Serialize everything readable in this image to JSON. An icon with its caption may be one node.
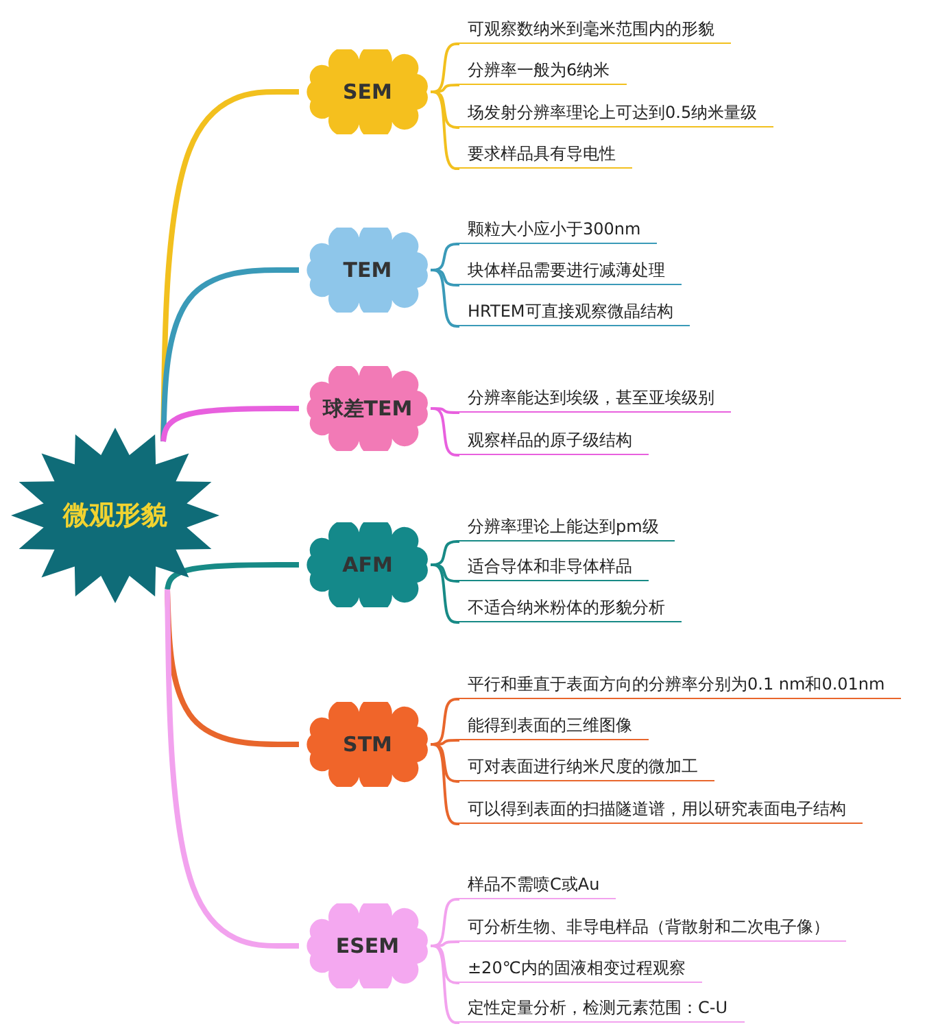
{
  "diagram": {
    "nodes": [
      {
        "text": [
          "微观形貌"
        ]
      },
      {
        "text": [
          "SEM"
        ]
      },
      {
        "text": [
          "可观察数纳米到毫米范围内的形貌"
        ]
      },
      {
        "text": [
          "分辨率一般为6纳米"
        ]
      },
      {
        "text": [
          "场发射分辨率理论上可达到0.5纳米量级"
        ]
      },
      {
        "text": [
          "要求样品具有导电性"
        ]
      },
      {
        "text": [
          "TEM"
        ]
      },
      {
        "text": [
          "颗粒大小应小于300nm"
        ]
      },
      {
        "text": [
          "块体样品需要进行减薄处理"
        ]
      },
      {
        "text": [
          "HRTEM可直接观察微晶结构"
        ]
      },
      {
        "text": [
          "球差TEM"
        ]
      },
      {
        "text": [
          "分辨率能达到埃级，甚至亚埃级别"
        ]
      },
      {
        "text": [
          "观察样品的原子级结构"
        ]
      },
      {
        "text": [
          "AFM"
        ]
      },
      {
        "text": [
          "分辨率理论上能达到pm级"
        ]
      },
      {
        "text": [
          "适合导体和非导体样品"
        ]
      },
      {
        "text": [
          "不适合纳米粉体的形貌分析"
        ]
      },
      {
        "text": [
          "STM"
        ]
      },
      {
        "text": [
          "平行和垂直于表面方向的分辨率分别为0.1 nm和0.01nm"
        ]
      },
      {
        "text": [
          "能得到表面的三维图像"
        ]
      },
      {
        "text": [
          "可对表面进行纳米尺度的微加工"
        ]
      },
      {
        "text": [
          "可以得到表面的扫描隧道谱，用以研究表面电子结构"
        ]
      },
      {
        "text": [
          "ESEM"
        ]
      },
      {
        "text": [
          "样品不需喷C或Au"
        ]
      },
      {
        "text": [
          "可分析生物、非导电样品（背散射和二次电子像）"
        ]
      },
      {
        "text": [
          "±20℃内的固液相变过程观察"
        ]
      },
      {
        "text": [
          "定性定量分析，检测元素范围：C-U"
        ]
      }
    ],
    "edges": [
      {
        "from": 0,
        "to": 1,
        "arrow": "none",
        "style": "thick",
        "color": "#f2c01e"
      },
      {
        "from": 1,
        "to": 2,
        "arrow": "none",
        "color": "#f2c01e"
      },
      {
        "from": 1,
        "to": 3,
        "arrow": "none",
        "color": "#f2c01e"
      },
      {
        "from": 1,
        "to": 4,
        "arrow": "none",
        "color": "#f2c01e"
      },
      {
        "from": 1,
        "to": 5,
        "arrow": "none",
        "color": "#f2c01e"
      },
      {
        "from": 0,
        "to": 6,
        "arrow": "none",
        "style": "thick",
        "color": "#3a9ab8"
      },
      {
        "from": 6,
        "to": 7,
        "arrow": "none",
        "color": "#3a9ab8"
      },
      {
        "from": 6,
        "to": 8,
        "arrow": "none",
        "color": "#3a9ab8"
      },
      {
        "from": 6,
        "to": 9,
        "arrow": "none",
        "color": "#3a9ab8"
      },
      {
        "from": 0,
        "to": 10,
        "arrow": "none",
        "style": "thick",
        "color": "#e860de"
      },
      {
        "from": 10,
        "to": 11,
        "arrow": "none",
        "color": "#e860de"
      },
      {
        "from": 10,
        "to": 12,
        "arrow": "none",
        "color": "#e860de"
      },
      {
        "from": 0,
        "to": 13,
        "arrow": "none",
        "style": "thick",
        "color": "#178a86"
      },
      {
        "from": 13,
        "to": 14,
        "arrow": "none",
        "color": "#178a86"
      },
      {
        "from": 13,
        "to": 15,
        "arrow": "none",
        "color": "#178a86"
      },
      {
        "from": 13,
        "to": 16,
        "arrow": "none",
        "color": "#178a86"
      },
      {
        "from": 0,
        "to": 17,
        "arrow": "none",
        "style": "thick",
        "color": "#e8662c"
      },
      {
        "from": 17,
        "to": 18,
        "arrow": "none",
        "color": "#e8662c"
      },
      {
        "from": 17,
        "to": 19,
        "arrow": "none",
        "color": "#e8662c"
      },
      {
        "from": 17,
        "to": 20,
        "arrow": "none",
        "color": "#e8662c"
      },
      {
        "from": 17,
        "to": 21,
        "arrow": "none",
        "color": "#e8662c"
      },
      {
        "from": 0,
        "to": 22,
        "arrow": "none",
        "style": "thick",
        "color": "#f2a2ee"
      },
      {
        "from": 22,
        "to": 23,
        "arrow": "none",
        "color": "#f2a2ee"
      },
      {
        "from": 22,
        "to": 24,
        "arrow": "none",
        "color": "#f2a2ee"
      },
      {
        "from": 22,
        "to": 25,
        "arrow": "none",
        "color": "#f2a2ee"
      },
      {
        "from": 22,
        "to": 26,
        "arrow": "none",
        "color": "#f2a2ee"
      }
    ]
  }
}
